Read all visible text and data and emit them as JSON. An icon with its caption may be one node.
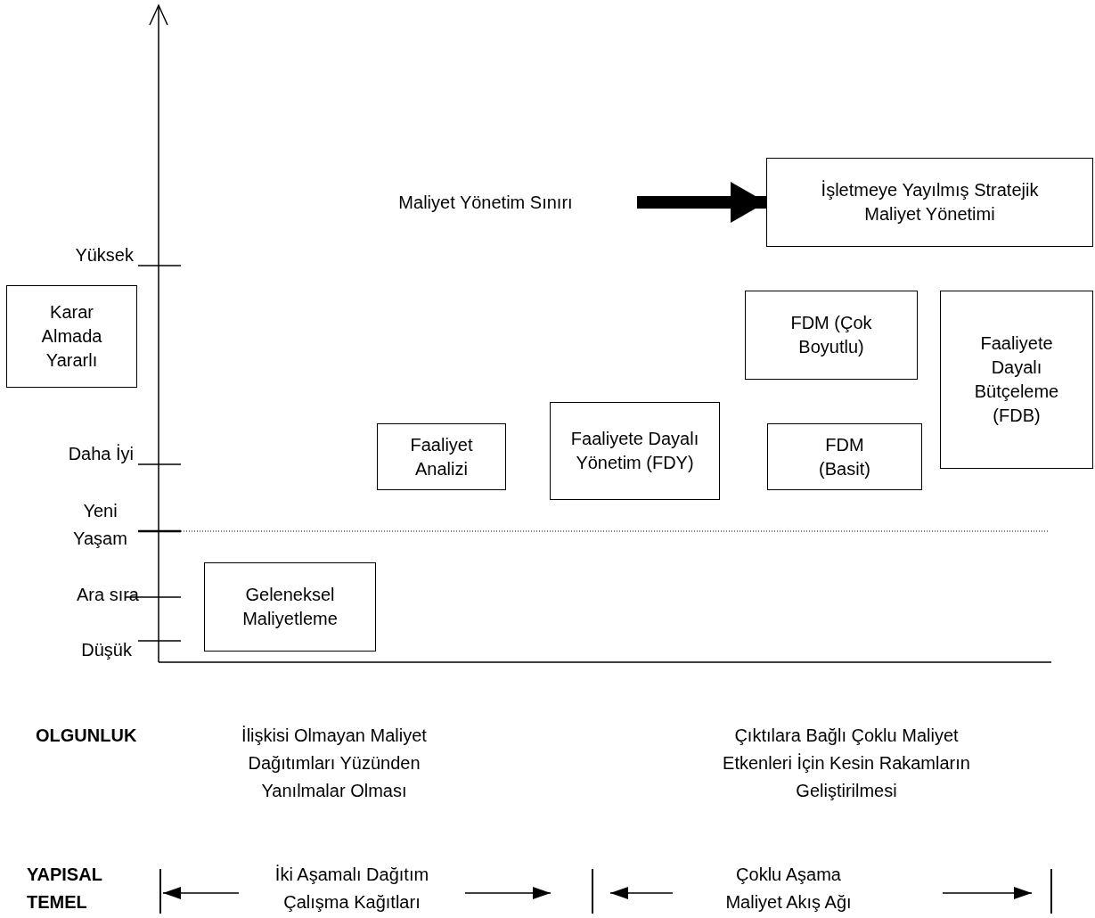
{
  "diagram": {
    "nodes": [
      {
        "text": [
          "Maliyet Yönetim Sınırı"
        ]
      },
      {
        "text": [
          "İşletmeye Yayılmış Stratejik Maliyet Yönetimi"
        ]
      },
      {
        "text": [
          "Karar Almada Yararlı"
        ]
      },
      {
        "text": [
          "FDM (Çok Boyutlu)"
        ]
      },
      {
        "text": [
          "Faaliyete Dayalı Bütçeleme (FDB)"
        ]
      },
      {
        "text": [
          "Faaliyet Analizi"
        ]
      },
      {
        "text": [
          "Faaliyete Dayalı Yönetim (FDY)"
        ]
      },
      {
        "text": [
          "FDM (Basit)"
        ]
      },
      {
        "text": [
          "Geleneksel Maliyetleme"
        ]
      }
    ],
    "edges": [
      {
        "from": 0,
        "to": 1,
        "arrow": "to"
      }
    ],
    "labels": [
      "Yüksek",
      "Daha İyi",
      "Yeni Yaşam",
      "Ara sıra",
      "Düşük",
      "OLGUNLUK",
      "İlişkisi Olmayan Maliyet Dağıtımları Yüzünden Yanılmalar Olması",
      "Çıktılara Bağlı Çoklu Maliyet Etkenleri İçin Kesin Rakamların Geliştirilmesi",
      "YAPISAL TEMEL",
      "İki Aşamalı Dağıtım Çalışma Kağıtları",
      "Çoklu Aşama Maliyet Akış Ağı"
    ]
  }
}
